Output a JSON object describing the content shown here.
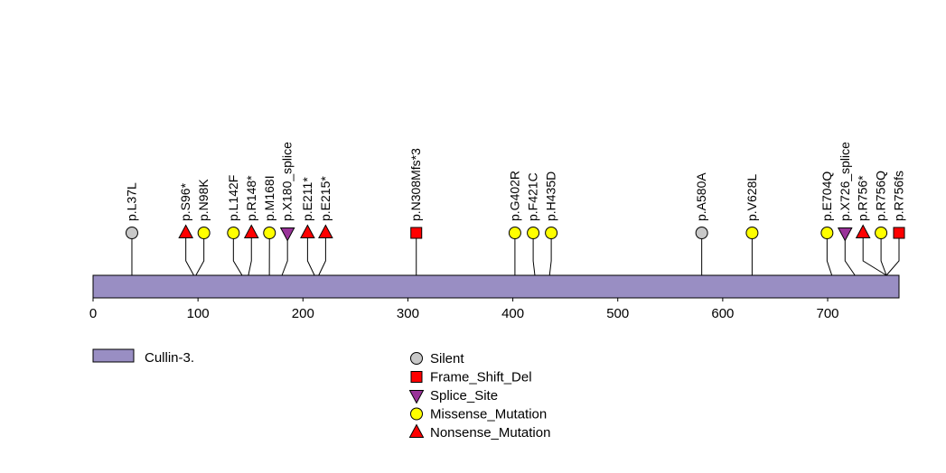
{
  "chart_data": {
    "type": "lollipop",
    "title": "",
    "protein": {
      "name": "Cullin-3.",
      "length": 768,
      "color": "#998ec3"
    },
    "axis": {
      "min": 0,
      "max": 768,
      "ticks": [
        0,
        100,
        200,
        300,
        400,
        500,
        600,
        700
      ]
    },
    "mutation_types": [
      {
        "name": "Silent",
        "shape": "circle",
        "color": "#c8c8c8"
      },
      {
        "name": "Frame_Shift_Del",
        "shape": "square",
        "color": "#ff0000"
      },
      {
        "name": "Splice_Site",
        "shape": "triangle-down",
        "color": "#993399"
      },
      {
        "name": "Missense_Mutation",
        "shape": "circle",
        "color": "#ffff00"
      },
      {
        "name": "Nonsense_Mutation",
        "shape": "triangle-up",
        "color": "#ff0000"
      }
    ],
    "mutations": [
      {
        "label": "p.L37L",
        "pos": 37,
        "type": "Silent"
      },
      {
        "label": "p.S96*",
        "pos": 96,
        "type": "Nonsense_Mutation"
      },
      {
        "label": "p.N98K",
        "pos": 98,
        "type": "Missense_Mutation"
      },
      {
        "label": "p.L142F",
        "pos": 142,
        "type": "Missense_Mutation"
      },
      {
        "label": "p.R148*",
        "pos": 148,
        "type": "Nonsense_Mutation"
      },
      {
        "label": "p.M168I",
        "pos": 168,
        "type": "Missense_Mutation"
      },
      {
        "label": "p.X180_splice",
        "pos": 180,
        "type": "Splice_Site"
      },
      {
        "label": "p.E211*",
        "pos": 211,
        "type": "Nonsense_Mutation"
      },
      {
        "label": "p.E215*",
        "pos": 215,
        "type": "Nonsense_Mutation"
      },
      {
        "label": "p.N308Mfs*3",
        "pos": 308,
        "type": "Frame_Shift_Del"
      },
      {
        "label": "p.G402R",
        "pos": 402,
        "type": "Missense_Mutation"
      },
      {
        "label": "p.F421C",
        "pos": 421,
        "type": "Missense_Mutation"
      },
      {
        "label": "p.H435D",
        "pos": 435,
        "type": "Missense_Mutation"
      },
      {
        "label": "p.A580A",
        "pos": 580,
        "type": "Silent"
      },
      {
        "label": "p.V628L",
        "pos": 628,
        "type": "Missense_Mutation"
      },
      {
        "label": "p.E704Q",
        "pos": 704,
        "type": "Missense_Mutation"
      },
      {
        "label": "p.X726_splice",
        "pos": 726,
        "type": "Splice_Site"
      },
      {
        "label": "p.R756*",
        "pos": 756,
        "type": "Nonsense_Mutation"
      },
      {
        "label": "p.R756Q",
        "pos": 756,
        "type": "Missense_Mutation"
      },
      {
        "label": "p.R756fs",
        "pos": 756,
        "type": "Frame_Shift_Del"
      }
    ],
    "legend": {
      "domain_label": "Cullin-3.",
      "items": [
        "Silent",
        "Frame_Shift_Del",
        "Splice_Site",
        "Missense_Mutation",
        "Nonsense_Mutation"
      ]
    }
  }
}
